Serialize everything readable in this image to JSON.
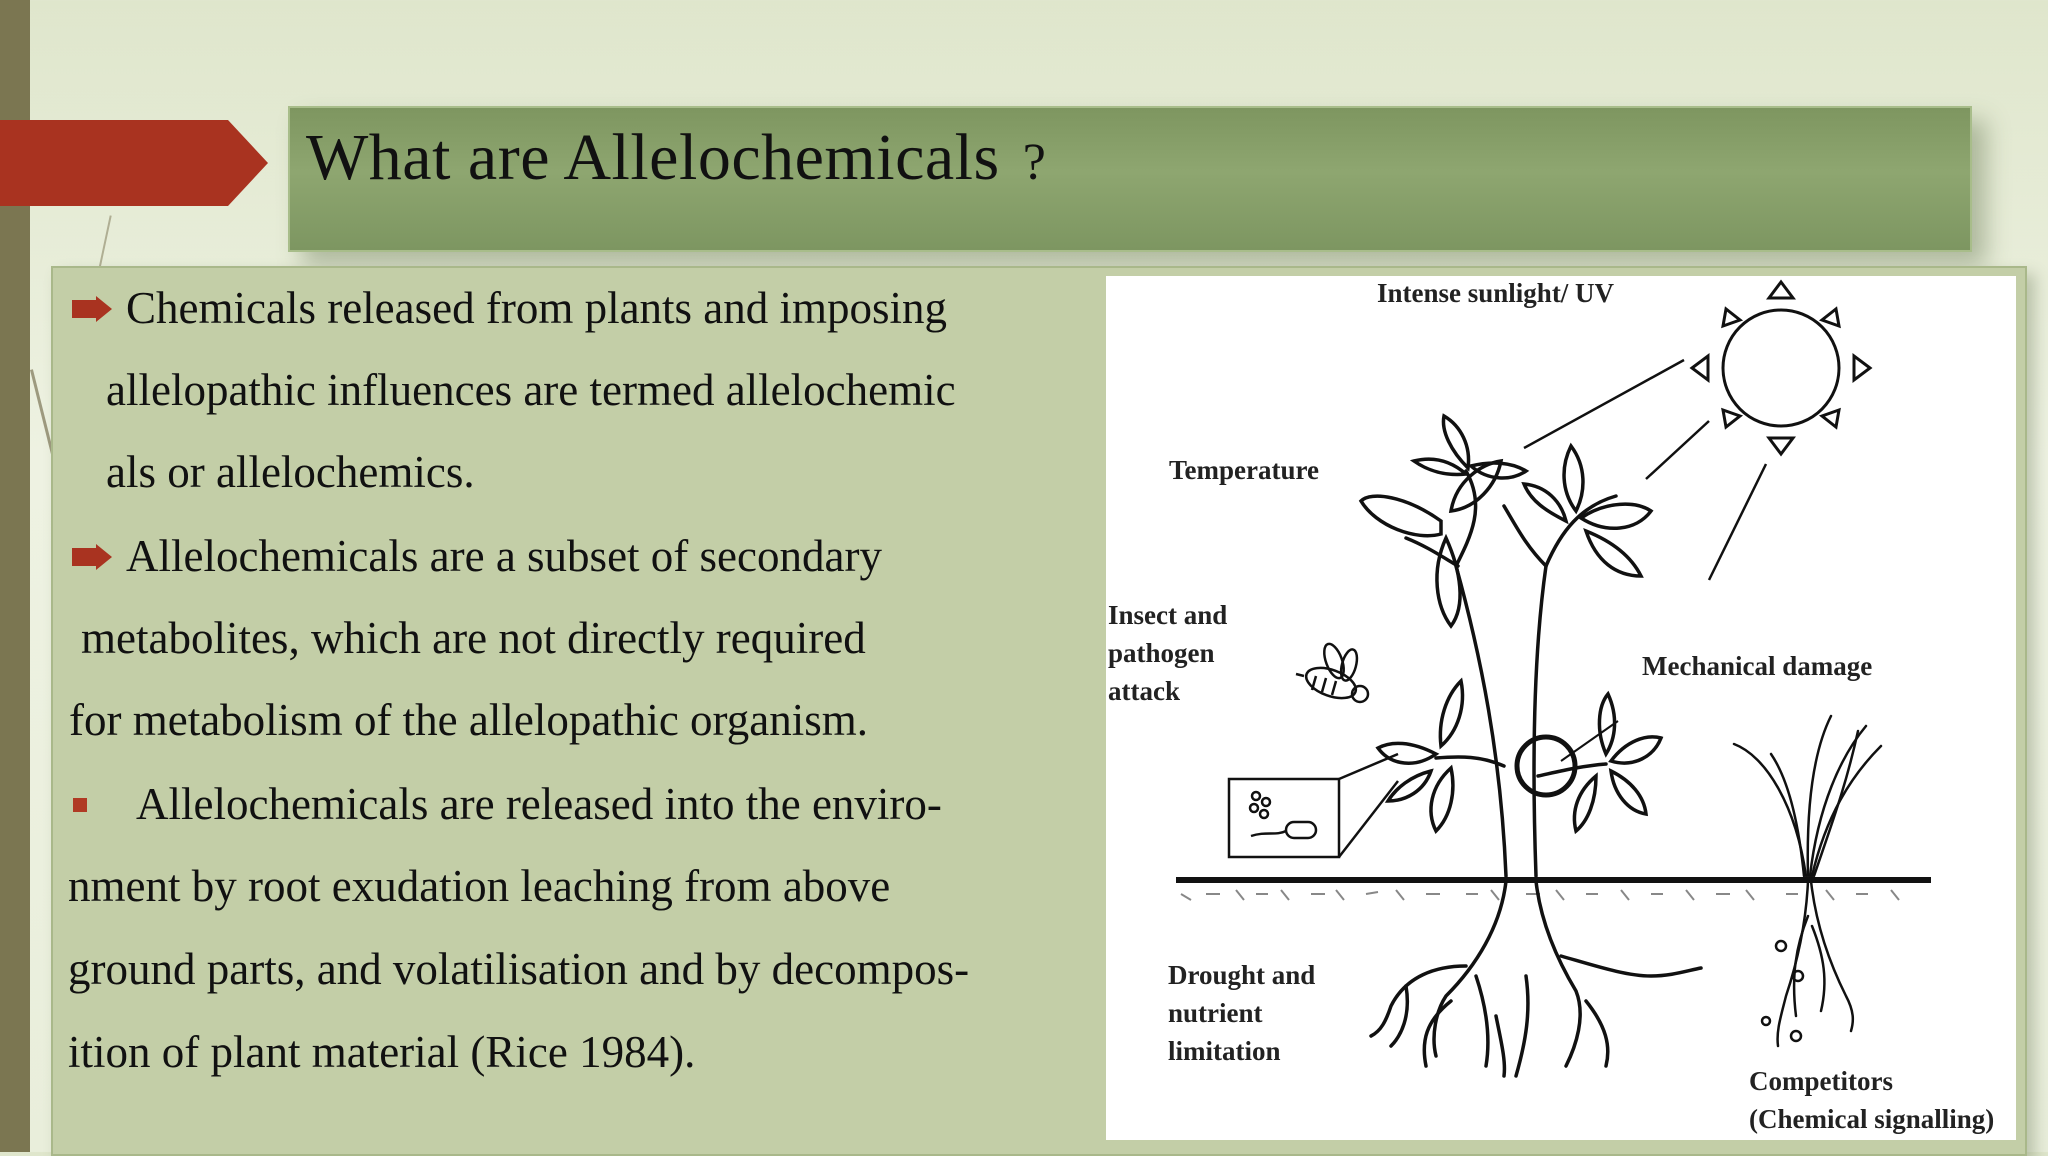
{
  "slide": {
    "title": "What are Allelochemicals",
    "title_mark": "?",
    "colors": {
      "accent_arrow": "#a93320",
      "title_bar": "#859c68",
      "content_bg": "#c3cea7",
      "left_bar": "#7b7651"
    }
  },
  "bullets": {
    "icons": [
      "arrow-bullet",
      "arrow-bullet",
      "square-bullet"
    ],
    "lines": [
      "Chemicals released from plants and imposing",
      "allelopathic influences are termed allelochemic",
      "als or allelochemics.",
      "Allelochemicals are a subset of secondary",
      "metabolites, which are not directly required",
      "for metabolism of the allelopathic organism.",
      "Allelochemicals are released into the enviro-",
      "nment by root exudation leaching from above",
      "ground parts, and volatilisation and by decompos-",
      "ition of plant material (Rice 1984)."
    ]
  },
  "figure": {
    "labels": {
      "sunlight": "Intense sunlight/ UV",
      "temperature": "Temperature",
      "insect_lines": [
        "Insect and",
        "pathogen",
        "attack"
      ],
      "mechanical": "Mechanical damage",
      "drought_lines": [
        "Drought and",
        "nutrient",
        "limitation"
      ],
      "competitors_lines": [
        "Competitors",
        "(Chemical signalling)"
      ]
    },
    "icons": [
      "sun-icon",
      "bee-icon",
      "plant-icon",
      "grass-icon",
      "magnifier-circle-icon",
      "pathogen-inset-icon"
    ]
  }
}
